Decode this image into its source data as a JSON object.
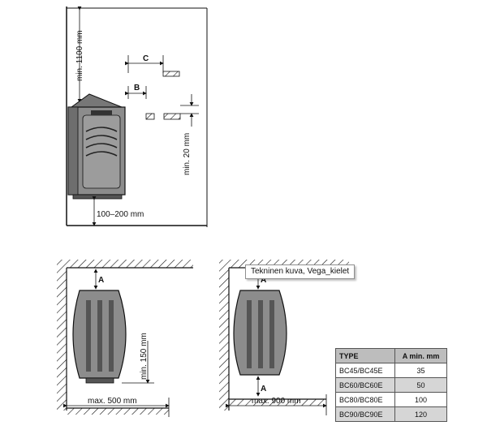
{
  "top_view": {
    "dim_height": "min. 1100 mm",
    "label_c": "C",
    "label_b": "B",
    "dim_gap": "min. 20 mm",
    "dim_floor": "100–200 mm"
  },
  "left_view": {
    "label_a": "A",
    "dim_side": "min. 150 mm",
    "dim_width": "max. 500 mm"
  },
  "right_view": {
    "label_a_top": "A",
    "label_a_bottom": "A",
    "dim_width": "max. 900 mm"
  },
  "tooltip": "Tekninen kuva, Vega_kielet",
  "table": {
    "headers": [
      "TYPE",
      "A min. mm"
    ],
    "rows": [
      [
        "BC45/BC45E",
        "35"
      ],
      [
        "BC60/BC60E",
        "50"
      ],
      [
        "BC80/BC80E",
        "100"
      ],
      [
        "BC90/BC90E",
        "120"
      ]
    ]
  },
  "colors": {
    "heater_body": "#8c8c8c",
    "heater_dark": "#555555",
    "line": "#111111"
  }
}
